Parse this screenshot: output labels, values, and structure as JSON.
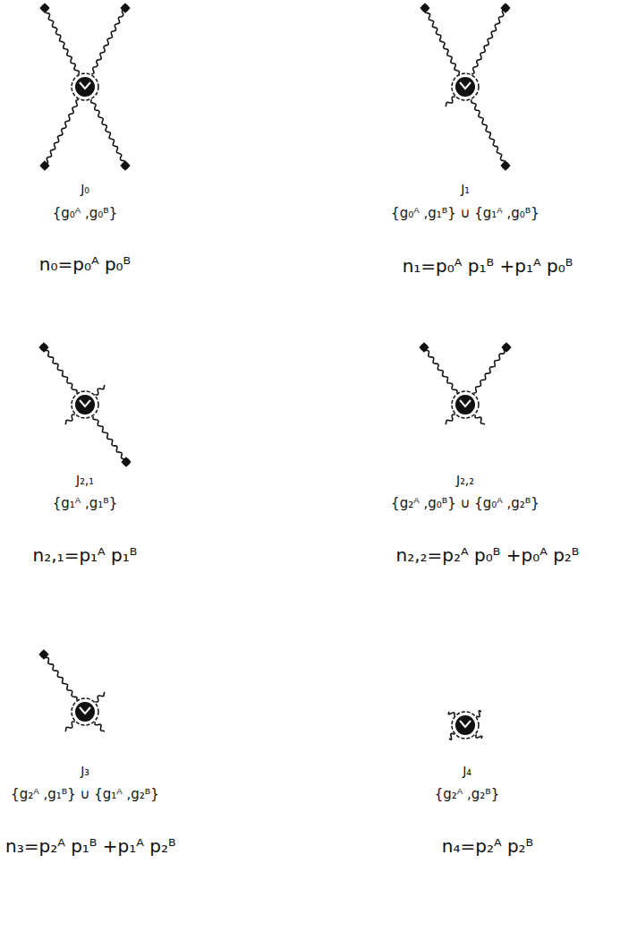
{
  "diagram": {
    "labels": [
      "J₀",
      "{g₀ᴬ ,g₀ᴮ}",
      "n₀=p₀ᴬ p₀ᴮ",
      "J₁",
      "{g₀ᴬ ,g₁ᴮ} ∪ {g₁ᴬ ,g₀ᴮ}",
      "n₁=p₀ᴬ p₁ᴮ +p₁ᴬ p₀ᴮ",
      "J₂,₁",
      "{g₁ᴬ ,g₁ᴮ}",
      "n₂,₁=p₁ᴬ p₁ᴮ",
      "J₂,₂",
      "{g₂ᴬ ,g₀ᴮ} ∪ {g₀ᴬ ,g₂ᴮ}",
      "n₂,₂=p₂ᴬ p₀ᴮ +p₀ᴬ p₂ᴮ",
      "J₃",
      "{g₂ᴬ ,g₁ᴮ} ∪ {g₁ᴬ ,g₂ᴮ}",
      "n₃=p₂ᴬ p₁ᴮ +p₁ᴬ p₂ᴮ",
      "J₄",
      "{g₂ᴬ ,g₂ᴮ}",
      "n₄=p₂ᴬ p₂ᴮ"
    ]
  }
}
